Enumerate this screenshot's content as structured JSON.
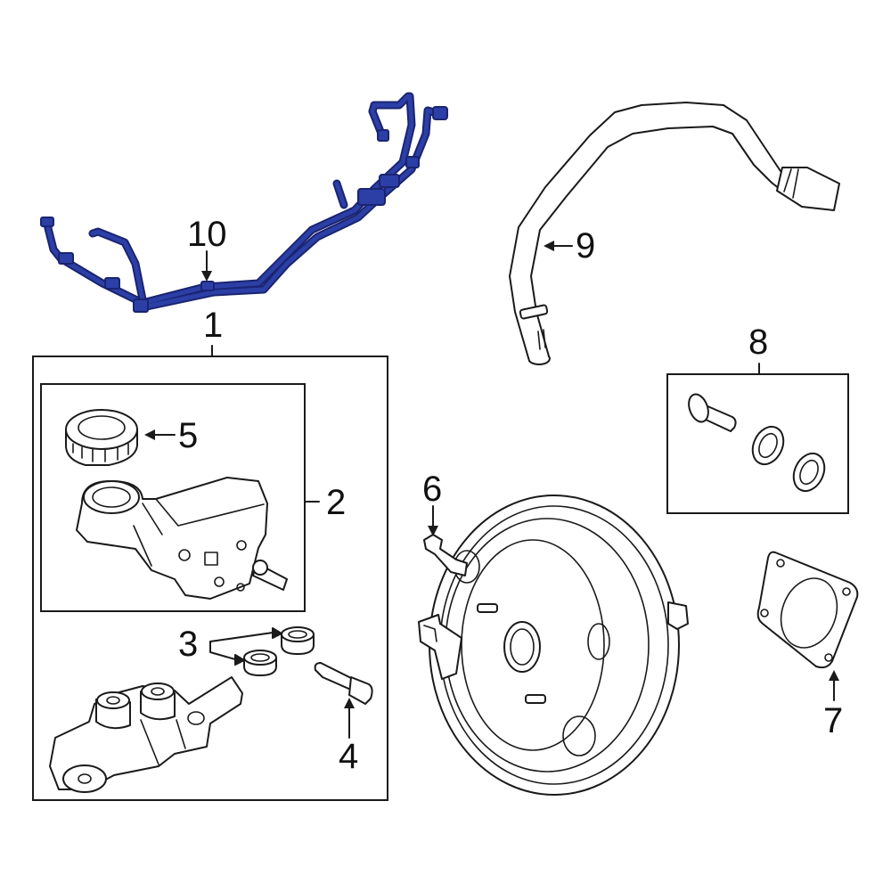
{
  "callouts": {
    "c1": "1",
    "c2": "2",
    "c3": "3",
    "c4": "4",
    "c5": "5",
    "c6": "6",
    "c7": "7",
    "c8": "8",
    "c9": "9",
    "c10": "10"
  },
  "colors": {
    "highlight": "#2b3fa6",
    "highlight_dark": "#1a2470",
    "line": "#1a1a1a",
    "background": "#ffffff"
  }
}
